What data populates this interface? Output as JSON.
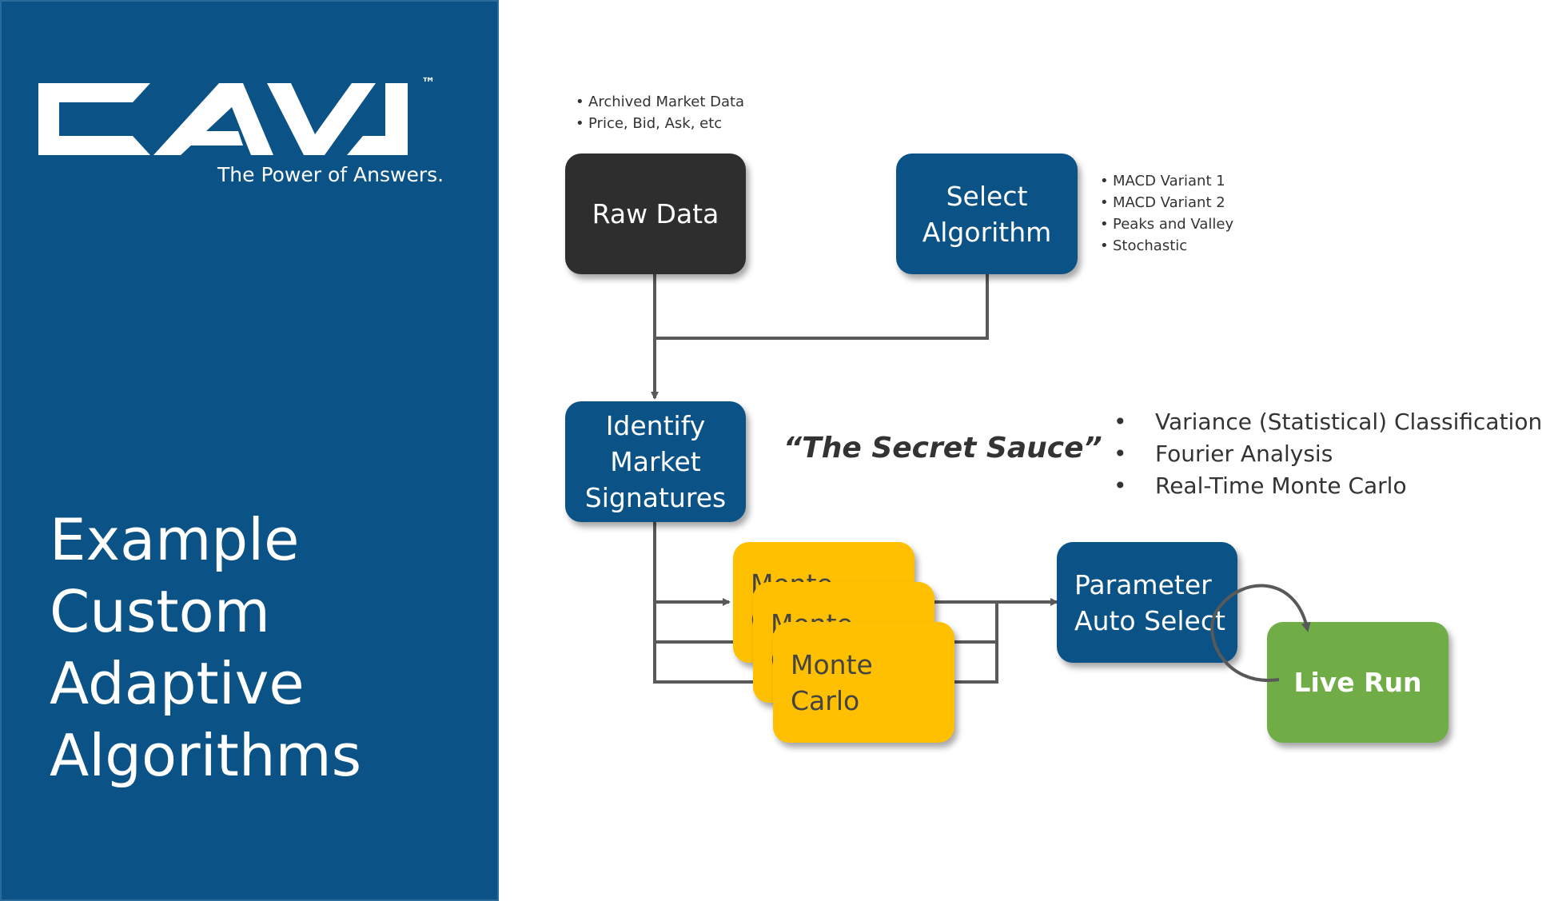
{
  "sidebar": {
    "logo_text": "CAVU",
    "trademark": "™",
    "tagline": "The Power of Answers.",
    "title_lines": [
      "Example",
      "Custom",
      "Adaptive",
      "Algorithms"
    ]
  },
  "diagram": {
    "raw_data": {
      "label": "Raw Data",
      "notes": [
        "Archived Market Data",
        "Price, Bid, Ask, etc"
      ]
    },
    "select_algorithm": {
      "label_lines": [
        "Select",
        "Algorithm"
      ],
      "notes": [
        "MACD Variant 1",
        "MACD Variant 2",
        "Peaks and Valley",
        "Stochastic"
      ]
    },
    "identify": {
      "label_lines": [
        "Identify",
        "Market",
        "Signatures"
      ],
      "notes": [
        "Variance (Statistical) Classification",
        "Fourier Analysis",
        "Real-Time Monte Carlo"
      ]
    },
    "secret_sauce": "“The Secret Sauce”",
    "monte_carlo": {
      "label_lines": [
        "Monte",
        "Carlo"
      ]
    },
    "parameter": {
      "label_lines": [
        "Parameter",
        "Auto Select"
      ]
    },
    "live_run": {
      "label": "Live Run"
    }
  },
  "colors": {
    "sidebar_bg": "#0b5387",
    "box_blue": "#0b5387",
    "box_dark": "#2e2e2e",
    "box_yellow": "#fec000",
    "box_green": "#71ad47",
    "connector": "#595959"
  }
}
